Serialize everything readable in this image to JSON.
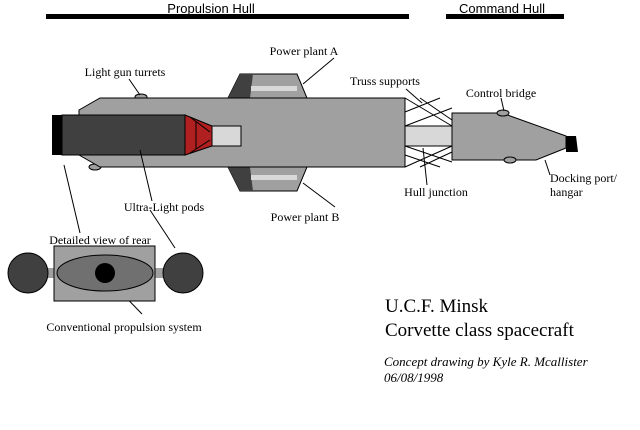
{
  "headers": {
    "propulsion_hull": "Propulsion Hull",
    "command_hull": "Command Hull"
  },
  "labels": {
    "power_plant_a": "Power plant A",
    "power_plant_b": "Power plant B",
    "light_gun_turrets": "Light gun turrets",
    "truss_supports": "Truss supports",
    "control_bridge": "Control bridge",
    "hull_junction": "Hull junction",
    "docking_port": "Docking port/",
    "docking_port_2": "hangar",
    "ultra_light_pods": "Ultra-Light pods",
    "detailed_view": "Detailed view of rear",
    "conventional_propulsion": "Conventional propulsion system"
  },
  "title": {
    "line1": "U.C.F. Minsk",
    "line2": "Corvette class spacecraft"
  },
  "credit": {
    "line1": "Concept drawing by Kyle R. Mcallister",
    "line2": "06/08/1998"
  },
  "colors": {
    "hull": "#a0a0a0",
    "dark": "#404040",
    "black": "#000000",
    "red": "#b02020",
    "light": "#d8d8d8",
    "rear_dark": "#707070"
  }
}
